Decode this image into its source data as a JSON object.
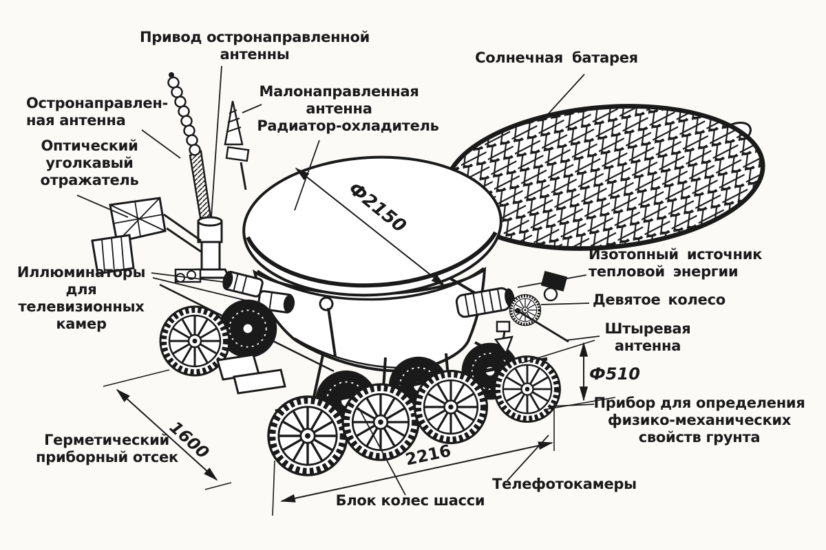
{
  "palette": {
    "ink": "#1a1a1a",
    "paper": "#fbfaf7"
  },
  "labels": {
    "drive_antenna": {
      "line1": "Привод остронаправленной",
      "line2": "антенны"
    },
    "high_gain_antenna": {
      "line1": "Остронаправлен-",
      "line2": "ная антенна"
    },
    "corner_reflector": {
      "line1": "Оптический",
      "line2": "уголкавый",
      "line3": "отражатель"
    },
    "low_gain_antenna": {
      "line1": "Малонаправленная",
      "line2": "антенна"
    },
    "radiator": {
      "text": "Радиатор-охладитель"
    },
    "solar_battery": {
      "text": "Солнечная батарея"
    },
    "isotope_source": {
      "line1": "Изотопный источник",
      "line2": "тепловой энергии"
    },
    "ninth_wheel": {
      "text": "Девятое колесо"
    },
    "whip_antenna": {
      "line1": "Штыревая",
      "line2": "антенна"
    },
    "soil_device": {
      "line1": "Прибор для определения",
      "line2": "физико-механических",
      "line3": "свойств грунта"
    },
    "portholes": {
      "line1": "Иллюминаторы",
      "line2": "для",
      "line3": "телевизионных",
      "line4": "камер"
    },
    "pressurized_bay": {
      "line1": "Герметический",
      "line2": "приборный отсек"
    },
    "telephoto_cameras": {
      "text": "Телефотокамеры"
    },
    "wheel_unit": {
      "text": "Блок колес шасси"
    }
  },
  "dimensions": {
    "lid_diameter": "Ф2150",
    "wheel_diameter": "Ф510",
    "base_width": "1600",
    "wheel_base": "2216"
  }
}
